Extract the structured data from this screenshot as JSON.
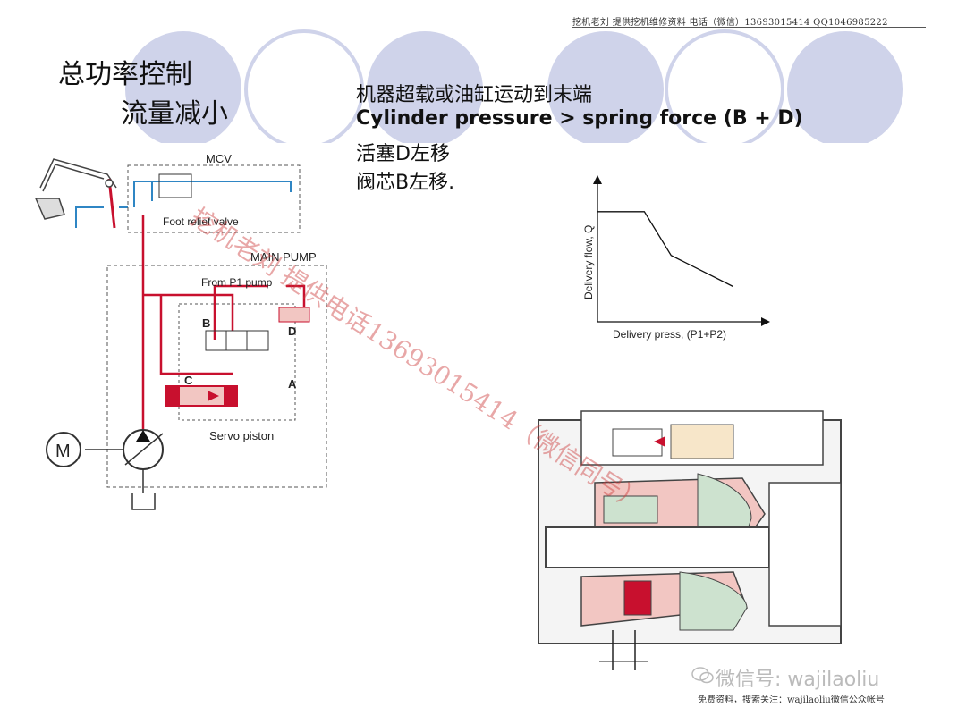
{
  "header": {
    "text": "挖机老刘  提供挖机维修资料 电话（微信）13693015414   QQ1046985222"
  },
  "title": {
    "line1": "总功率控制",
    "line2": "流量减小"
  },
  "description": [
    "机器超载或油缸运动到末端",
    "Cylinder pressure > spring force (B + D)",
    "活塞D左移",
    "阀芯B左移."
  ],
  "schematic": {
    "mcv_label": "MCV",
    "foot_relief_label": "Foot relief valve",
    "main_pump_label": "MAIN PUMP",
    "from_p1_label": "From P1 pump",
    "label_b": "B",
    "label_d": "D",
    "label_a": "A",
    "label_c": "C",
    "servo_piston_label": "Servo piston",
    "motor_label": "M"
  },
  "chart_data": {
    "type": "line",
    "title": "",
    "xlabel": "Delivery press, (P1+P2)",
    "ylabel": "Delivery flow, Q",
    "series": [
      {
        "name": "",
        "points": [
          [
            0.0,
            0.78
          ],
          [
            0.28,
            0.78
          ],
          [
            0.44,
            0.47
          ],
          [
            0.81,
            0.25
          ]
        ]
      }
    ],
    "xlim": [
      0,
      1
    ],
    "ylim": [
      0,
      1
    ],
    "grid": false
  },
  "watermark": {
    "text": "挖机老刘  提供电话13693015414（微信同号）"
  },
  "wechat": {
    "text": "微信号: wajilaoliu",
    "icon": "wechat-icon"
  },
  "footer": {
    "text": "免费资料，搜索关注：wajilaoliu微信公众帐号"
  },
  "colors": {
    "accent_circle": "#cfd3ea",
    "hydraulic_red": "#c8102e",
    "hydraulic_blue": "#2f86c4",
    "pump_pink": "#f2c6c2",
    "pump_green": "#cde2cf"
  }
}
